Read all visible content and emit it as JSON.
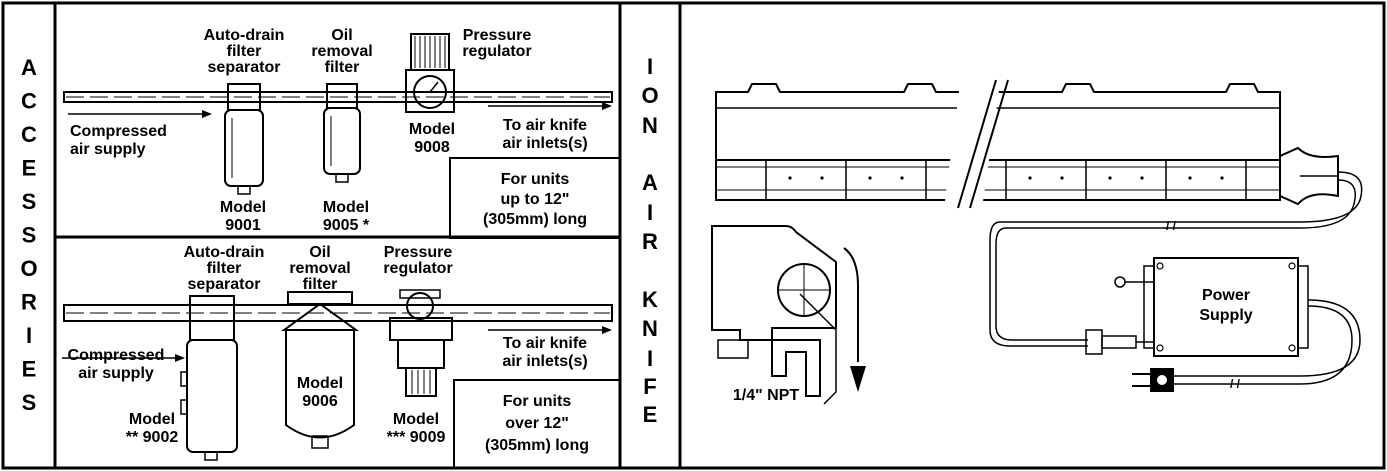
{
  "sidebar_left": {
    "letters": [
      "A",
      "C",
      "C",
      "E",
      "S",
      "S",
      "O",
      "R",
      "I",
      "E",
      "S"
    ]
  },
  "sidebar_mid": {
    "letters": [
      "I",
      "O",
      "N",
      "A",
      "I",
      "R",
      "K",
      "N",
      "I",
      "F",
      "E"
    ]
  },
  "top_panel": {
    "filter_label": [
      "Auto-drain",
      "filter",
      "separator"
    ],
    "oil_label": [
      "Oil",
      "removal",
      "filter"
    ],
    "regulator_label": [
      "Pressure",
      "regulator"
    ],
    "supply_label": [
      "Compressed",
      "air supply"
    ],
    "outlet_label": [
      "To air knife",
      "air inlets(s)"
    ],
    "model_filter": [
      "Model",
      "9001"
    ],
    "model_oil": [
      "Model",
      "9005 *"
    ],
    "model_regulator": [
      "Model",
      "9008"
    ],
    "units_note": [
      "For units",
      "up to 12\"",
      "(305mm) long"
    ]
  },
  "bottom_panel": {
    "filter_label": [
      "Auto-drain",
      "filter",
      "separator"
    ],
    "oil_label": [
      "Oil",
      "removal",
      "filter"
    ],
    "regulator_label": [
      "Pressure",
      "regulator"
    ],
    "supply_label": [
      "Compressed",
      "air supply"
    ],
    "outlet_label": [
      "To air knife",
      "air inlets(s)"
    ],
    "model_filter": [
      "Model",
      "** 9002"
    ],
    "model_oil": [
      "Model",
      "9006"
    ],
    "model_regulator": [
      "Model",
      "*** 9009"
    ],
    "units_note": [
      "For units",
      "over 12\"",
      "(305mm) long"
    ]
  },
  "knife_panel": {
    "npt_label": "1/4\" NPT",
    "power_label": [
      "Power",
      "Supply"
    ]
  },
  "colors": {
    "ink": "#000000",
    "paper": "#ffffff"
  }
}
